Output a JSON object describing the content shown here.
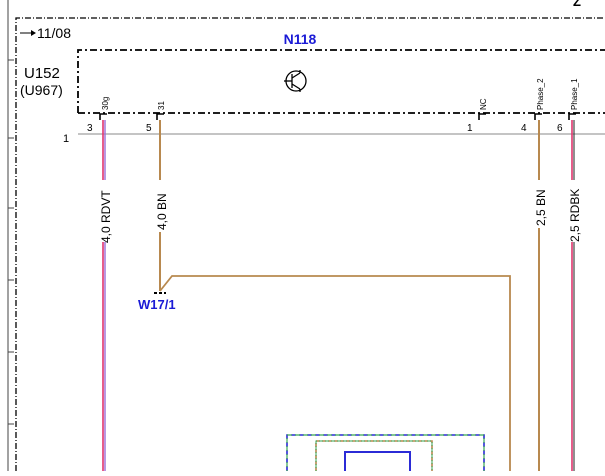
{
  "header": {
    "date_ref": "11/08",
    "corner_mark": "Z"
  },
  "component": {
    "id": "N118",
    "host": "U152",
    "host_variant": "(U967)",
    "row_marker": "1"
  },
  "pins": [
    {
      "number": "3",
      "name": "30g"
    },
    {
      "number": "5",
      "name": "31"
    },
    {
      "number": "1",
      "name": "NC"
    },
    {
      "number": "4",
      "name": "Phase_2"
    },
    {
      "number": "6",
      "name": "Phase_1"
    }
  ],
  "wires": [
    {
      "label": "4,0 RDVT",
      "colors": [
        "#e0356e",
        "#9b6bd6"
      ]
    },
    {
      "label": "4,0 BN",
      "colors": [
        "#b8894f"
      ]
    },
    {
      "label": "2,5 BN",
      "colors": [
        "#b8894f"
      ]
    },
    {
      "label": "2,5 RDBK",
      "colors": [
        "#e0356e",
        "#222222"
      ]
    }
  ],
  "splice": {
    "id": "W17/1"
  },
  "colors": {
    "label_blue": "#1a1ad6",
    "brown": "#b8894f",
    "red": "#e0356e",
    "violet": "#9b6bd6",
    "green": "#3aa655",
    "blue": "#2b2bd6"
  }
}
